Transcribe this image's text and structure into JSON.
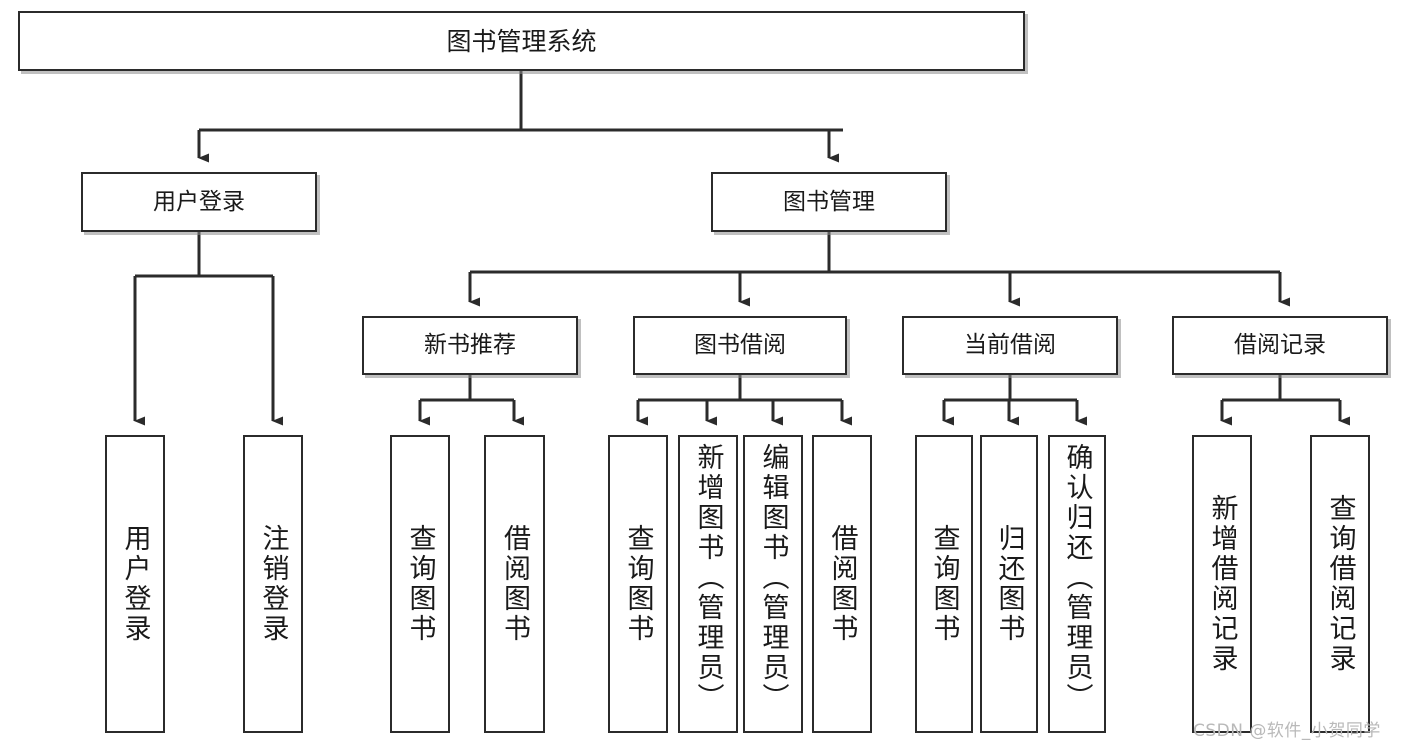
{
  "diagram": {
    "title": "图书管理系统",
    "watermark": "CSDN @软件_小贺同学",
    "colors": {
      "background": "#ffffff",
      "stroke": "#2b2b2b",
      "text": "#1a1a1a",
      "watermark": "#b9b9b9"
    },
    "levels": {
      "root": {
        "label": "图书管理系统"
      },
      "level2": [
        {
          "id": "user-login",
          "label": "用户登录"
        },
        {
          "id": "book-manage",
          "label": "图书管理"
        }
      ],
      "level3": [
        {
          "id": "new-book-recommend",
          "label": "新书推荐"
        },
        {
          "id": "book-borrow",
          "label": "图书借阅"
        },
        {
          "id": "current-borrow",
          "label": "当前借阅"
        },
        {
          "id": "borrow-record",
          "label": "借阅记录"
        }
      ],
      "leaves": [
        {
          "id": "leaf-user-login",
          "label": "用户登录",
          "parent": "user-login"
        },
        {
          "id": "leaf-logout",
          "label": "注销登录",
          "parent": "user-login"
        },
        {
          "id": "leaf-query-book-1",
          "label": "查询图书",
          "parent": "new-book-recommend"
        },
        {
          "id": "leaf-borrow-book-1",
          "label": "借阅图书",
          "parent": "new-book-recommend"
        },
        {
          "id": "leaf-query-book-2",
          "label": "查询图书",
          "parent": "book-borrow"
        },
        {
          "id": "leaf-add-book",
          "label": "新增图书（管理员）",
          "parent": "book-borrow"
        },
        {
          "id": "leaf-edit-book",
          "label": "编辑图书（管理员）",
          "parent": "book-borrow"
        },
        {
          "id": "leaf-borrow-book-2",
          "label": "借阅图书",
          "parent": "book-borrow"
        },
        {
          "id": "leaf-query-book-3",
          "label": "查询图书",
          "parent": "current-borrow"
        },
        {
          "id": "leaf-return-book",
          "label": "归还图书",
          "parent": "current-borrow"
        },
        {
          "id": "leaf-confirm-return",
          "label": "确认归还（管理员）",
          "parent": "current-borrow"
        },
        {
          "id": "leaf-add-record",
          "label": "新增借阅记录",
          "parent": "borrow-record"
        },
        {
          "id": "leaf-query-record",
          "label": "查询借阅记录",
          "parent": "borrow-record"
        }
      ]
    }
  }
}
